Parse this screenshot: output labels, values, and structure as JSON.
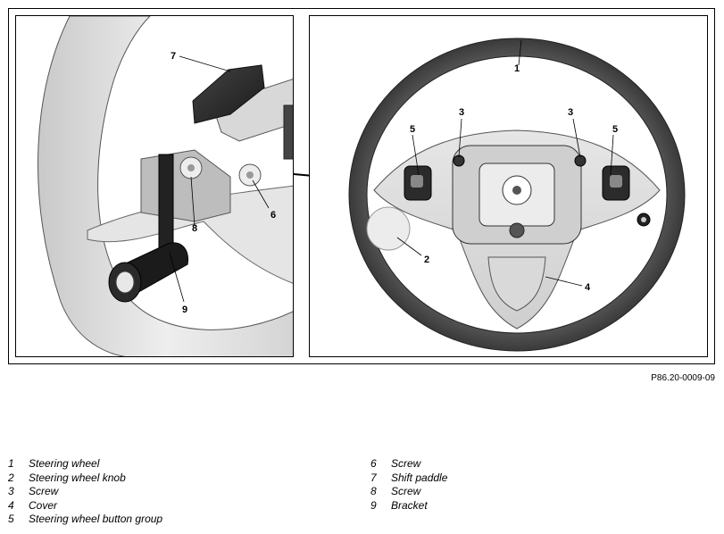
{
  "figure_code": "P86.20-0009-09",
  "callouts": {
    "c1": "1",
    "c2": "2",
    "c3a": "3",
    "c3b": "3",
    "c4": "4",
    "c5a": "5",
    "c5b": "5",
    "c6": "6",
    "c7": "7",
    "c8": "8",
    "c9": "9"
  },
  "legend": {
    "left": [
      {
        "num": "1",
        "text": "Steering wheel"
      },
      {
        "num": "2",
        "text": "Steering wheel knob"
      },
      {
        "num": "3",
        "text": "Screw"
      },
      {
        "num": "4",
        "text": "Cover"
      },
      {
        "num": "5",
        "text": "Steering wheel button group"
      }
    ],
    "right": [
      {
        "num": "6",
        "text": "Screw"
      },
      {
        "num": "7",
        "text": "Shift paddle"
      },
      {
        "num": "8",
        "text": "Screw"
      },
      {
        "num": "9",
        "text": "Bracket"
      }
    ]
  }
}
